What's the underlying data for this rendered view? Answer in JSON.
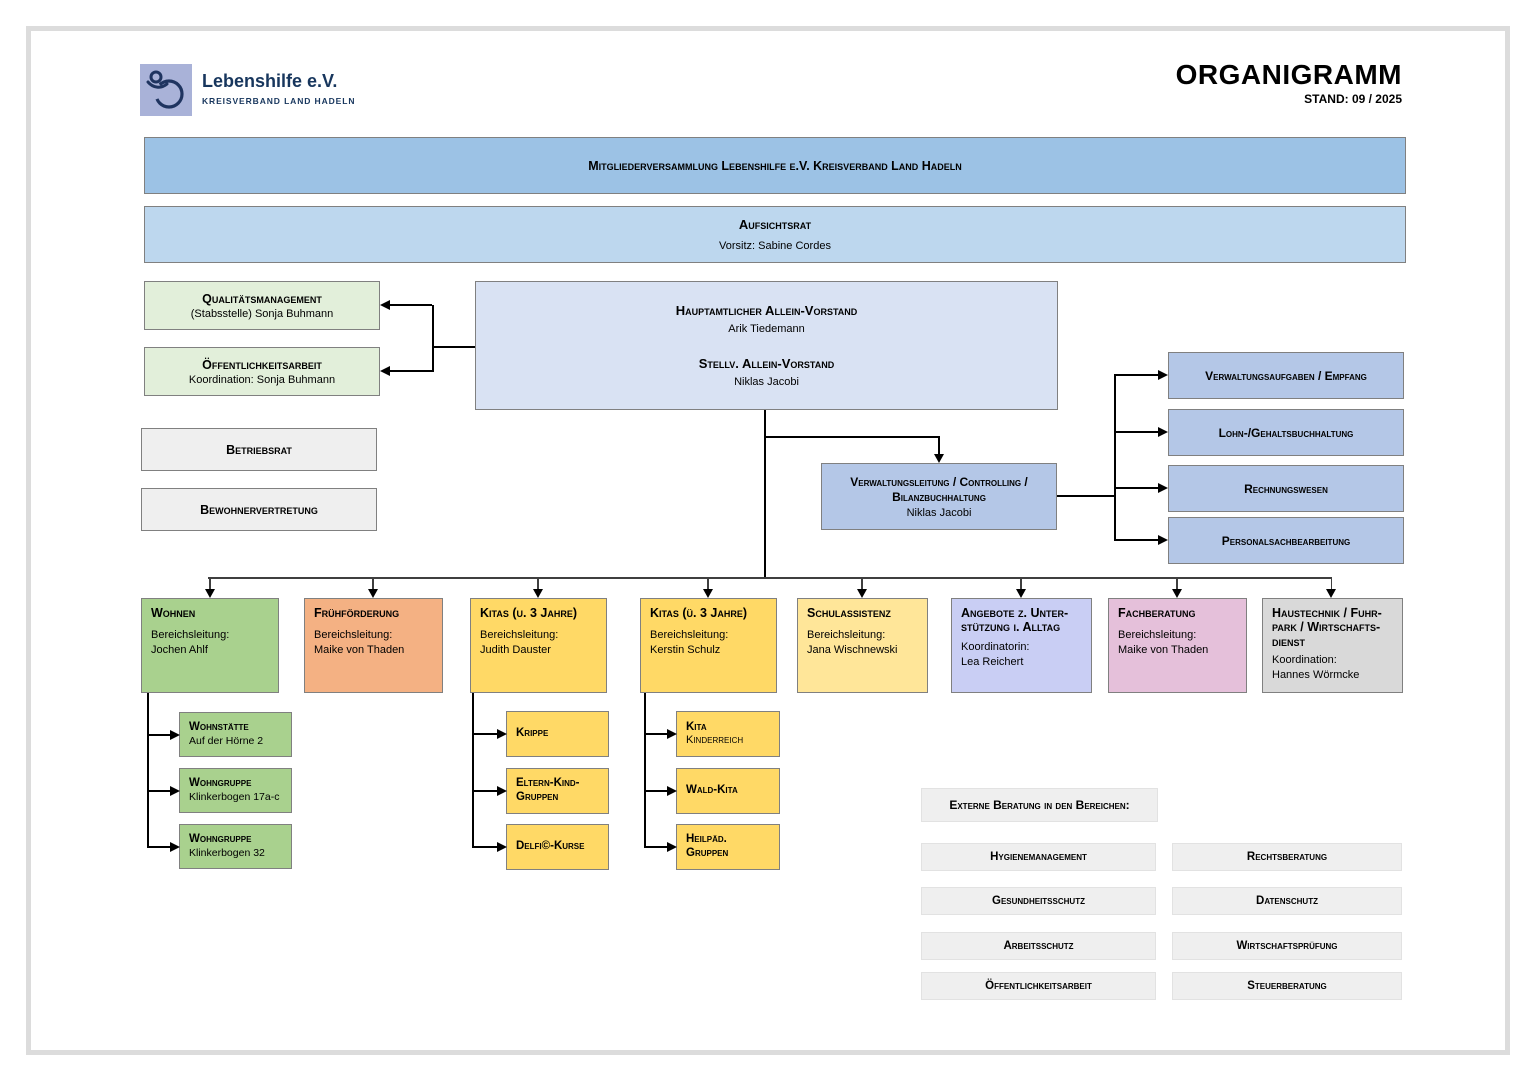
{
  "header": {
    "brand": "Lebenshilfe e.V.",
    "brand_sub": "KREISVERBAND LAND HADELN",
    "title": "ORGANIGRAMM",
    "stand": "STAND: 09 / 2025"
  },
  "palette": {
    "banner_blue": "#9CC2E5",
    "light_blue": "#BDD7EE",
    "vorstand_blue": "#D9E2F3",
    "admin_blue": "#B4C7E7",
    "stab_green": "#E2EFDA",
    "dept_green": "#A9D18E",
    "orange": "#F4B183",
    "yellow": "#FFD966",
    "light_yellow": "#FFE699",
    "periwinkle": "#C9CEF4",
    "pink": "#E5C0DA",
    "gray": "#D9D9D9",
    "light_gray": "#EFEFEF"
  },
  "banners": {
    "mitglieder": "Mitgliederversammlung Lebenshilfe e.V. Kreisverband Land Hadeln",
    "aufsichtsrat": {
      "title": "Aufsichtsrat",
      "subtitle": "Vorsitz: Sabine Cordes"
    }
  },
  "staff": {
    "qualitaet": {
      "title": "Qualitätsmanagement",
      "subtitle": "(Stabsstelle) Sonja Buhmann"
    },
    "oeffentlichkeit": {
      "title": "Öffentlichkeitsarbeit",
      "subtitle": "Koordination: Sonja Buhmann"
    },
    "betriebsrat": "Betriebsrat",
    "bewohnervertretung": "Bewohnervertretung"
  },
  "vorstand": {
    "line1": "Hauptamtlicher Allein-Vorstand",
    "name1": "Arik Tiedemann",
    "line2": "Stellv.  Allein-Vorstand",
    "name2": "Niklas Jacobi"
  },
  "verwaltung": {
    "title": "Verwaltungsleitung / Controlling / Bilanzbuchhaltung",
    "name": "Niklas Jacobi"
  },
  "admin_boxes": [
    "Verwaltungsaufgaben / Empfang",
    "Lohn-/Gehaltsbuchhaltung",
    "Rechnungswesen",
    "Personalsachbearbeitung"
  ],
  "departments": [
    {
      "title": "Wohnen",
      "role": "Bereichsleitung:",
      "person": "Jochen Ahlf"
    },
    {
      "title": "Frühförderung",
      "role": "Bereichsleitung:",
      "person": "Maike von Thaden"
    },
    {
      "title": "Kitas (u. 3 Jahre)",
      "role": "Bereichsleitung:",
      "person": "Judith Dauster"
    },
    {
      "title": "Kitas (ü. 3 Jahre)",
      "role": "Bereichsleitung:",
      "person": "Kerstin Schulz"
    },
    {
      "title": "Schulassistenz",
      "role": "Bereichsleitung:",
      "person": "Jana Wischnewski"
    },
    {
      "title": "Angebote z. Unter-stützung i. Alltag",
      "role": "Koordinatorin:",
      "person": "Lea Reichert"
    },
    {
      "title": "Fachberatung",
      "role": "Bereichsleitung:",
      "person": "Maike von Thaden"
    },
    {
      "title": "Haustechnik / Fuhr-park / Wirtschafts-dienst",
      "role": "Koordination:",
      "person": "Hannes Wörmcke"
    }
  ],
  "wohnen_subs": [
    {
      "title": "Wohnstätte",
      "line2": "Auf der Hörne 2"
    },
    {
      "title": "Wohngruppe",
      "line2": "Klinkerbogen 17a-c"
    },
    {
      "title": "Wohngruppe",
      "line2": "Klinkerbogen 32"
    }
  ],
  "kita_u3_subs": [
    {
      "title": "Krippe"
    },
    {
      "title": "Eltern-Kind-Gruppen"
    },
    {
      "title": "Delfi©-Kurse"
    }
  ],
  "kita_ue3_subs": [
    {
      "title": "Kita",
      "line2": "Kinderreich"
    },
    {
      "title": "Wald-Kita"
    },
    {
      "title": "Heilpäd. Gruppen"
    }
  ],
  "extern": {
    "header": "Externe Beratung in den Bereichen:",
    "left": [
      "Hygienemanagement",
      "Gesundheitsschutz",
      "Arbeitsschutz",
      "Öffentlichkeitsarbeit"
    ],
    "right": [
      "Rechtsberatung",
      "Datenschutz",
      "Wirtschaftsprüfung",
      "Steuerberatung"
    ]
  }
}
